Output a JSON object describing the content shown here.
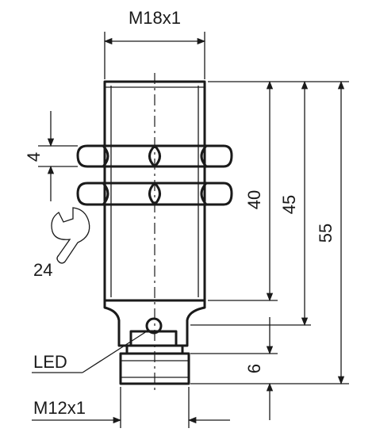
{
  "dimensions": {
    "thread_main": "M18x1",
    "thread_connector": "M12x1",
    "nut_thickness": "4",
    "wrench_size": "24",
    "length_40": "40",
    "length_45": "45",
    "length_55": "55",
    "connector_length": "6"
  },
  "callouts": {
    "led": "LED"
  },
  "icons": {
    "wrench": "open-end-wrench-icon"
  },
  "colors": {
    "line": "#1a1a1a",
    "background": "#ffffff"
  }
}
